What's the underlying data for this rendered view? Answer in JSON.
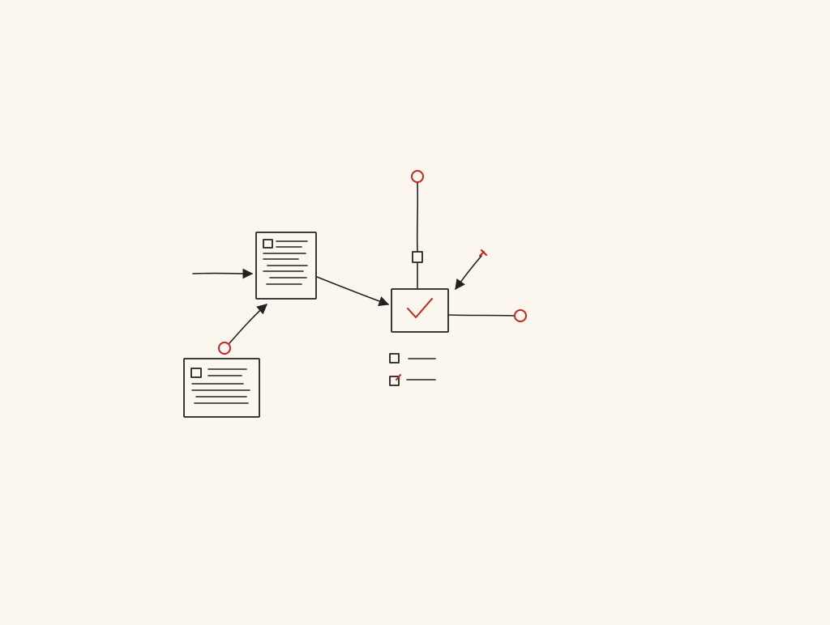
{
  "diagram": {
    "colors": {
      "background": "#fbf7ee",
      "ink": "#222222",
      "accent": "#c8231e"
    },
    "nodes": [
      {
        "id": "doc-primary",
        "kind": "document",
        "icon": "document-icon"
      },
      {
        "id": "doc-secondary",
        "kind": "document",
        "icon": "document-icon"
      },
      {
        "id": "approval-box",
        "kind": "checkbox-checked",
        "icon": "checkmark-icon"
      },
      {
        "id": "top-terminal",
        "kind": "terminal",
        "icon": "circle-terminal-icon"
      },
      {
        "id": "right-terminal",
        "kind": "terminal",
        "icon": "circle-terminal-icon"
      },
      {
        "id": "left-terminal",
        "kind": "terminal",
        "icon": "circle-terminal-icon"
      },
      {
        "id": "connector-square",
        "kind": "junction",
        "icon": "square-junction-icon"
      },
      {
        "id": "checklist",
        "kind": "checklist",
        "items": [
          {
            "checked": false
          },
          {
            "checked": true
          }
        ]
      }
    ],
    "edges": [
      {
        "from": "external-input",
        "to": "doc-primary",
        "arrow": true
      },
      {
        "from": "left-terminal",
        "to": "doc-primary",
        "arrow": true
      },
      {
        "from": "doc-primary",
        "to": "approval-box",
        "arrow": true
      },
      {
        "from": "top-terminal",
        "to": "approval-box",
        "arrow": false
      },
      {
        "from": "approval-box",
        "to": "right-terminal",
        "arrow": false
      },
      {
        "from": "pointer-marker",
        "to": "approval-box",
        "arrow": true
      }
    ]
  }
}
